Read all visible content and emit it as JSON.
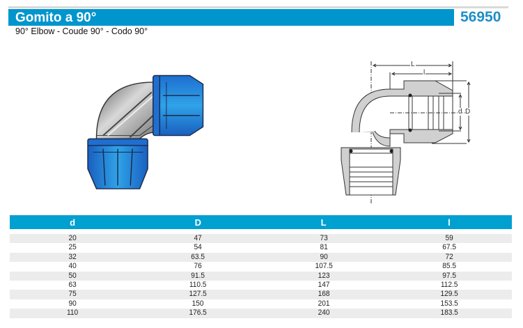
{
  "header": {
    "title": "Gomito a 90°",
    "code": "56950",
    "subtitle": "90° Elbow - Coude 90° - Codo 90°",
    "accent_color": "#0095cd",
    "code_color": "#1f8fc6"
  },
  "drawing": {
    "label_L": "L",
    "label_l": "l",
    "label_d": "d",
    "label_D": "D"
  },
  "table": {
    "headers": [
      "d",
      "D",
      "L",
      "l"
    ],
    "rows": [
      [
        "20",
        "47",
        "73",
        "59"
      ],
      [
        "25",
        "54",
        "81",
        "67.5"
      ],
      [
        "32",
        "63.5",
        "90",
        "72"
      ],
      [
        "40",
        "76",
        "107.5",
        "85.5"
      ],
      [
        "50",
        "91.5",
        "123",
        "97.5"
      ],
      [
        "63",
        "110.5",
        "147",
        "112.5"
      ],
      [
        "75",
        "127.5",
        "168",
        "129.5"
      ],
      [
        "90",
        "150",
        "201",
        "153.5"
      ],
      [
        "110",
        "176.5",
        "240",
        "183.5"
      ]
    ]
  }
}
